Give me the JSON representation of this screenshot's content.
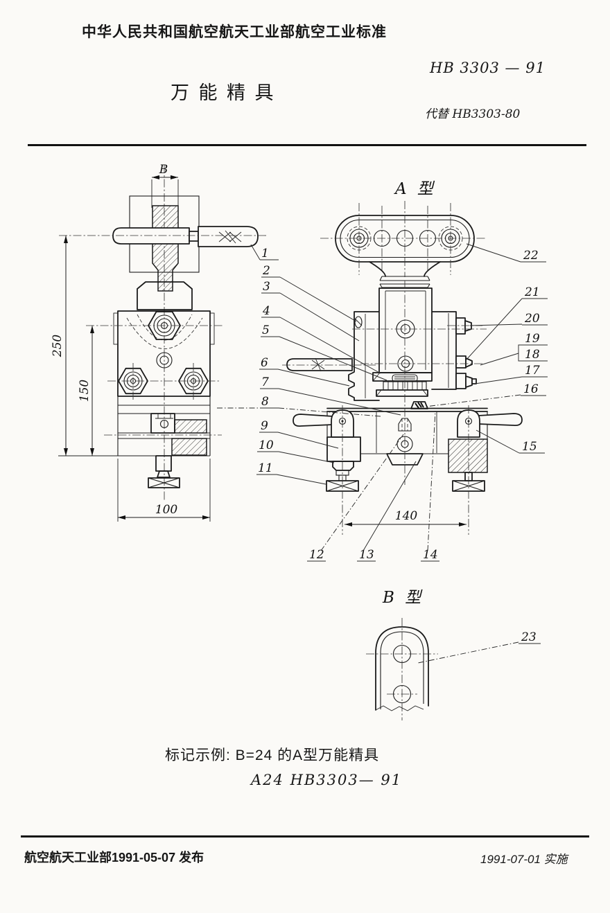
{
  "page": {
    "header_org": "中华人民共和国航空航天工业部航空工业标准",
    "title": "万 能 精 具",
    "standard_no": "HB 3303 — 91",
    "replaces": "代替 HB3303-80"
  },
  "views": {
    "type_a": "A 型",
    "type_b": "B 型"
  },
  "dims": {
    "b": "B",
    "h250": "250",
    "h150": "150",
    "w100": "100",
    "w140": "140"
  },
  "callouts": [
    "1",
    "2",
    "3",
    "4",
    "5",
    "6",
    "7",
    "8",
    "9",
    "10",
    "11",
    "12",
    "13",
    "14",
    "15",
    "16",
    "17",
    "18",
    "19",
    "20",
    "21",
    "22",
    "23"
  ],
  "example": {
    "line1": "标记示例: B=24 的A型万能精具",
    "line2": "A24 HB3303— 91"
  },
  "footer": {
    "left": "航空航天工业部1991-05-07 发布",
    "right": "1991-07-01 实施"
  }
}
